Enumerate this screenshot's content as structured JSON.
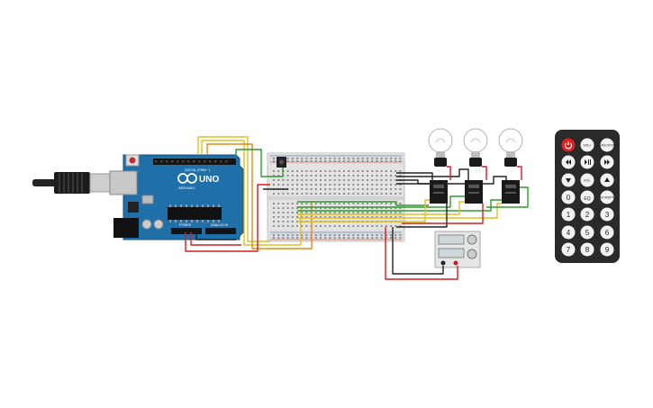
{
  "arduino": {
    "brand": "UNO",
    "maker": "ARDUINO",
    "digital_label": "DIGITAL (PWM ~)",
    "power_label": "POWER",
    "analog_label": "ANALOG IN"
  },
  "remote": {
    "buttons": [
      {
        "id": "power",
        "label": ""
      },
      {
        "id": "vol-plus",
        "label": "VOL+"
      },
      {
        "id": "func-stop",
        "label": "FUNC/STOP"
      },
      {
        "id": "rewind",
        "label": ""
      },
      {
        "id": "play-pause",
        "label": ""
      },
      {
        "id": "fast-forward",
        "label": ""
      },
      {
        "id": "down",
        "label": ""
      },
      {
        "id": "vol-minus",
        "label": "VOL-"
      },
      {
        "id": "up",
        "label": ""
      },
      {
        "id": "zero",
        "label": "0"
      },
      {
        "id": "eq",
        "label": "EQ"
      },
      {
        "id": "st-rept",
        "label": "ST/REPT"
      },
      {
        "id": "one",
        "label": "1"
      },
      {
        "id": "two",
        "label": "2"
      },
      {
        "id": "three",
        "label": "3"
      },
      {
        "id": "four",
        "label": "4"
      },
      {
        "id": "five",
        "label": "5"
      },
      {
        "id": "six",
        "label": "6"
      },
      {
        "id": "seven",
        "label": "7"
      },
      {
        "id": "eight",
        "label": "8"
      },
      {
        "id": "nine",
        "label": "9"
      }
    ]
  },
  "colors": {
    "wire_red": "#d21f1f",
    "wire_black": "#222222",
    "wire_green": "#2e9b2e",
    "wire_yellow": "#e0c020",
    "wire_orange": "#e08a1c",
    "arduino_blue": "#1f6fa8",
    "remote_body": "#2a2a2a",
    "power_button": "#e02222"
  }
}
